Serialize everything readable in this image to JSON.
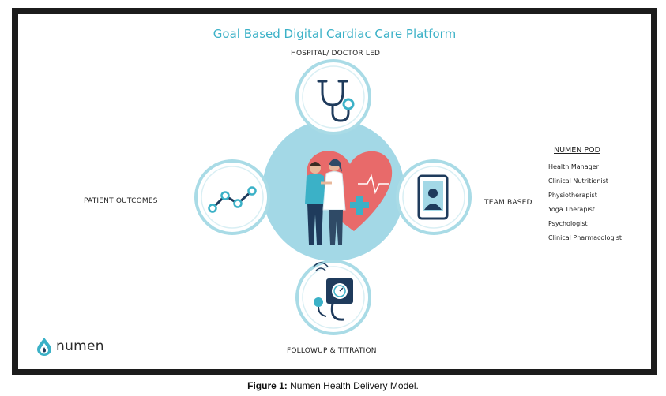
{
  "title": "Goal Based Digital Cardiac Care Platform",
  "nodes": {
    "top": "HOSPITAL/ DOCTOR LED",
    "left": "PATIENT OUTCOMES",
    "right": "TEAM BASED",
    "bottom": "FOLLOWUP  & TITRATION"
  },
  "pod": {
    "title": "NUMEN POD",
    "members": [
      "Health Manager",
      "Clinical Nutritionist",
      "Physiotherapist",
      "Yoga Therapist",
      "Psychologist",
      "Clinical Pharmacologist"
    ]
  },
  "logo": {
    "text": "numen"
  },
  "caption": {
    "label": "Figure 1:",
    "text": " Numen Health Delivery Model."
  },
  "icons": {
    "top": "stethoscope-icon",
    "left": "trend-line-icon",
    "right": "smartphone-user-icon",
    "bottom": "blood-pressure-monitor-icon",
    "center": "doctor-patient-heart-illustration"
  },
  "colors": {
    "accent": "#3bb1c7",
    "ring": "#a9dbe6",
    "center": "#a3d8e6",
    "heart": "#e86a6a",
    "navy": "#1f3b5c"
  }
}
